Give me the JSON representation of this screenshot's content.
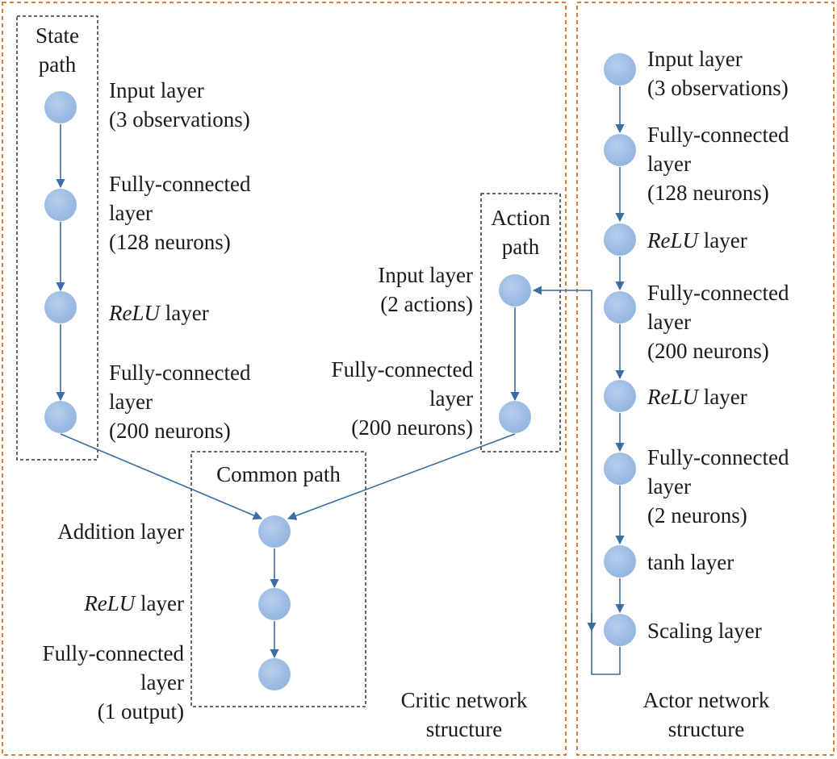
{
  "critic": {
    "title": "Critic network\nstructure",
    "state_path": {
      "title": "State\npath",
      "layers": [
        {
          "text": "Input layer\n(3 observations)"
        },
        {
          "text": "Fully-connected\nlayer\n(128 neurons)"
        },
        {
          "italic": "ReLU",
          "text": " layer"
        },
        {
          "text": "Fully-connected\nlayer\n(200 neurons)"
        }
      ]
    },
    "action_path": {
      "title": "Action\npath",
      "layers": [
        {
          "text": "Input layer\n(2 actions)"
        },
        {
          "text": "Fully-connected\nlayer\n(200 neurons)"
        }
      ]
    },
    "common_path": {
      "title": "Common path",
      "layers": [
        {
          "text": "Addition layer"
        },
        {
          "italic": "ReLU",
          "text": " layer"
        },
        {
          "text": "Fully-connected\nlayer\n(1 output)"
        }
      ]
    }
  },
  "actor": {
    "title": "Actor network\nstructure",
    "layers": [
      {
        "text": "Input layer\n(3 observations)"
      },
      {
        "text": "Fully-connected\nlayer\n(128 neurons)"
      },
      {
        "italic": "ReLU",
        "text": " layer"
      },
      {
        "text": "Fully-connected\nlayer\n(200 neurons)"
      },
      {
        "italic": "ReLU",
        "text": " layer"
      },
      {
        "text": "Fully-connected\nlayer\n(2 neurons)"
      },
      {
        "text": "tanh layer"
      },
      {
        "text": "Scaling layer"
      }
    ]
  },
  "colors": {
    "outer_border": "#e07b39",
    "inner_border": "#333333",
    "arrow": "#3a6da3",
    "node": "#9bbbe3"
  }
}
